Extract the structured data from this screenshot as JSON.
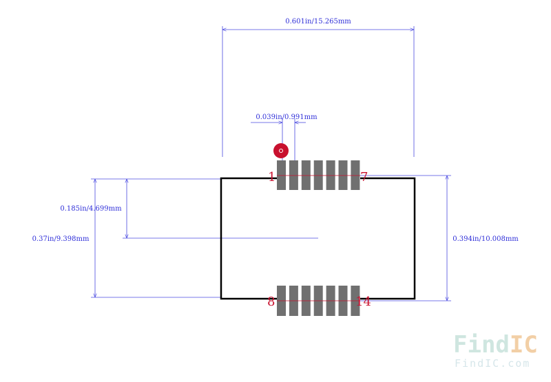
{
  "dimensions": {
    "total_width": "0.601in/15.265mm",
    "pin_pitch": "0.039in/0.991mm",
    "half_height": "0.185in/4.699mm",
    "body_height": "0.37in/9.398mm",
    "lead_span": "0.394in/10.008mm"
  },
  "pins": {
    "top_first": "1",
    "top_last": "7",
    "bottom_first": "8",
    "bottom_last": "14",
    "per_side": 7
  },
  "watermark": {
    "brand_prefix": "Find",
    "brand_suffix": "IC",
    "url": "FindIC.com"
  },
  "colors": {
    "dimension": "#2e2ed8",
    "pin_label": "#c8102e",
    "pad": "#707070",
    "outline": "#000000",
    "pin1_marker": "#c8102e",
    "watermark_light": "#cfe6e0",
    "watermark_accent": "#f2cfa6"
  },
  "icons": {
    "pin1_marker": "pin-one-indicator-icon"
  }
}
